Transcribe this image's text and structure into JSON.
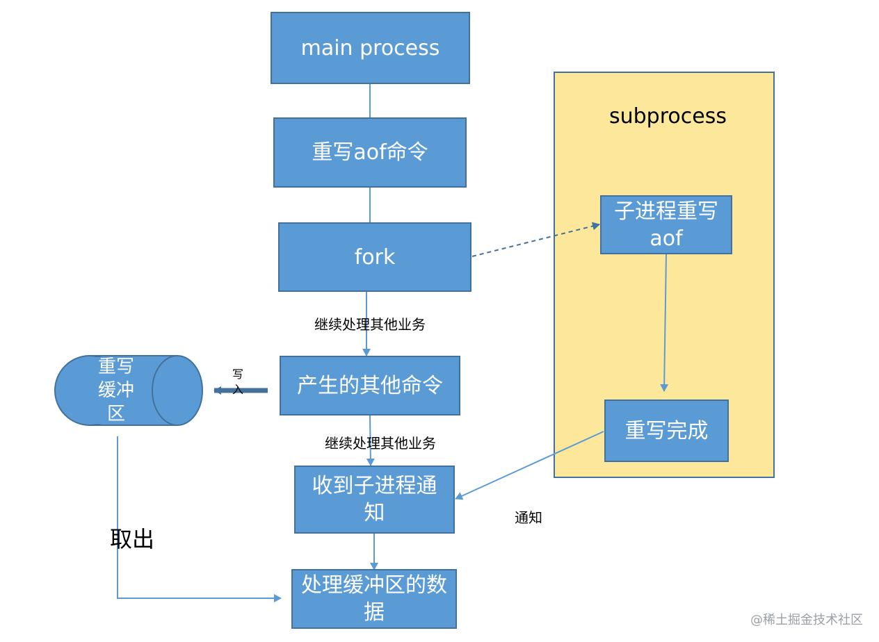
{
  "nodes": {
    "main": "main process",
    "rewrite_cmd": "重写aof命令",
    "fork": "fork",
    "other_cmds": "产生的其他命令",
    "notified": "收到子进程通知",
    "process_buffer": "处理缓冲区的数据",
    "child_rewrite": "子进程重写aof",
    "rewrite_done": "重写完成",
    "buffer": "重写缓冲区"
  },
  "panel": {
    "title": "subprocess"
  },
  "edge_labels": {
    "continue_1": "继续处理其他业务",
    "continue_2": "继续处理其他业务",
    "write_in": "写入",
    "notify": "通知",
    "take_out": "取出"
  },
  "watermark": "@稀土掘金技术社区",
  "colors": {
    "node_fill": "#5b9bd5",
    "node_border": "#41719c",
    "panel_fill": "#fde79a",
    "arrow": "#5b9bd5"
  }
}
